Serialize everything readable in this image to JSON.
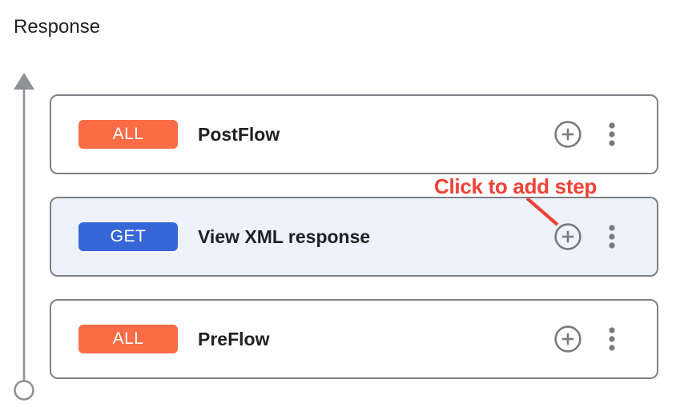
{
  "page": {
    "title": "Response"
  },
  "annotation": {
    "label": "Click to add step",
    "color": "#ef4136"
  },
  "cards": [
    {
      "method": "ALL",
      "method_color": "#fa6c46",
      "name": "PostFlow",
      "highlighted": false
    },
    {
      "method": "GET",
      "method_color": "#3767d6",
      "name": "View XML response",
      "highlighted": true
    },
    {
      "method": "ALL",
      "method_color": "#fa6c46",
      "name": "PreFlow",
      "highlighted": false
    }
  ],
  "icons": {
    "add_step": "plus-circle-icon",
    "more_options": "kebab-menu-icon",
    "flow_direction": "up-arrow-icon",
    "flow_origin": "circle-terminator-icon"
  },
  "colors": {
    "badge_orange": "#fa6c46",
    "badge_blue": "#3767d6",
    "highlight_card_bg": "#edf2fc",
    "card_border_gray": "#7d8186",
    "icon_gray": "#787a7d",
    "arrow_gray": "#8e9196",
    "annotation_red": "#ef4136",
    "text_dark": "#202124"
  }
}
